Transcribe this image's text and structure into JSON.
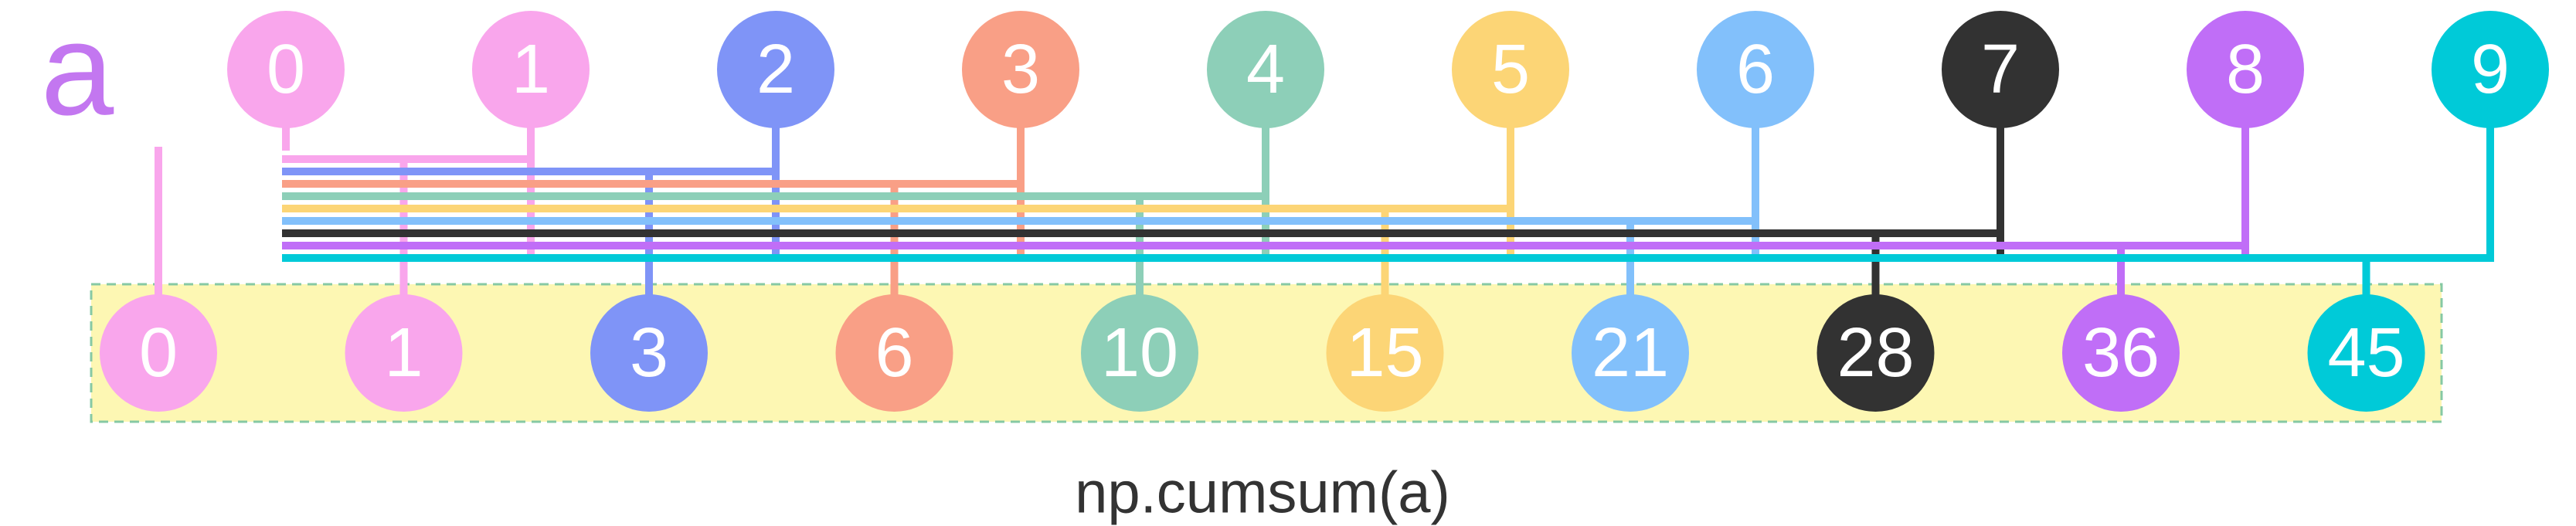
{
  "array_label": "a",
  "array_label_color": "#c377f0",
  "caption": "np.cumsum(a)",
  "result_box_fill": "#fdf7b3",
  "result_box_border": "#86c9a4",
  "input_nodes": [
    {
      "value": "0",
      "color": "#f9a6ec"
    },
    {
      "value": "1",
      "color": "#f9a6ec"
    },
    {
      "value": "2",
      "color": "#7f94f7"
    },
    {
      "value": "3",
      "color": "#f99f86"
    },
    {
      "value": "4",
      "color": "#8dcfb8"
    },
    {
      "value": "5",
      "color": "#fcd576"
    },
    {
      "value": "6",
      "color": "#82c0fb"
    },
    {
      "value": "7",
      "color": "#323232"
    },
    {
      "value": "8",
      "color": "#c06ef7"
    },
    {
      "value": "9",
      "color": "#00cad8"
    }
  ],
  "output_nodes": [
    {
      "value": "0",
      "color": "#f9a6ec"
    },
    {
      "value": "1",
      "color": "#f9a6ec"
    },
    {
      "value": "3",
      "color": "#7f94f7"
    },
    {
      "value": "6",
      "color": "#f99f86"
    },
    {
      "value": "10",
      "color": "#8dcfb8"
    },
    {
      "value": "15",
      "color": "#fcd576"
    },
    {
      "value": "21",
      "color": "#82c0fb"
    },
    {
      "value": "28",
      "color": "#323232"
    },
    {
      "value": "36",
      "color": "#c06ef7"
    },
    {
      "value": "45",
      "color": "#00cad8"
    }
  ]
}
